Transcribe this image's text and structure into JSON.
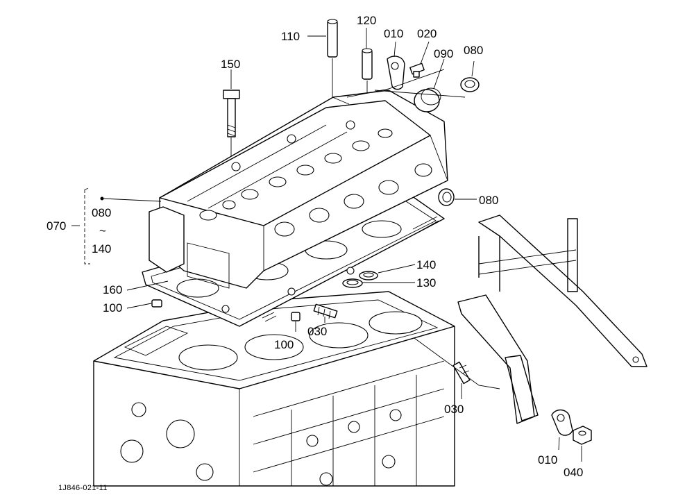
{
  "callouts": {
    "c110": "110",
    "c120": "120",
    "c010_top": "010",
    "c020": "020",
    "c090": "090",
    "c080_top": "080",
    "c150": "150",
    "c070": "070",
    "c080_group": "080",
    "c_tilde": "~",
    "c140_group": "140",
    "c080_right": "080",
    "c140": "140",
    "c130": "130",
    "c160": "160",
    "c100_left": "100",
    "c100_mid": "100",
    "c030_mid": "030",
    "c030_low": "030",
    "c010_low": "010",
    "c040": "040"
  },
  "drawing_code": "1J846-021-11"
}
